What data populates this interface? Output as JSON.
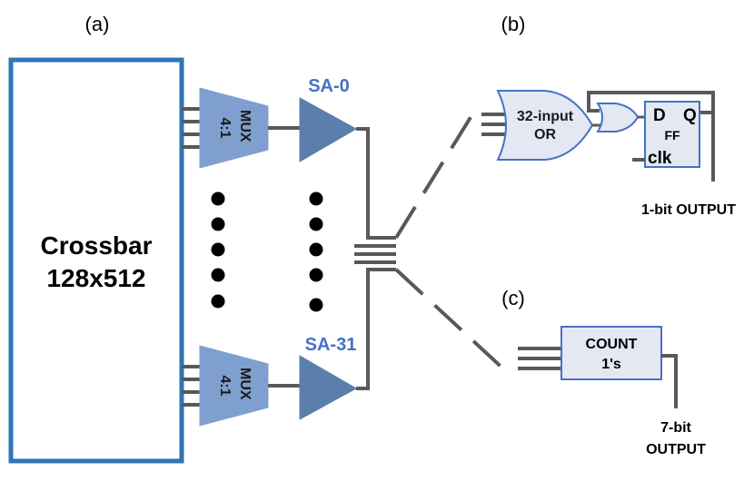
{
  "panels": {
    "a": "(a)",
    "b": "(b)",
    "c": "(c)"
  },
  "crossbar": {
    "line1": "Crossbar",
    "line2": "128x512"
  },
  "mux": {
    "line1": "MUX",
    "line2": "4:1"
  },
  "sense_amps": {
    "top": "SA-0",
    "bottom": "SA-31"
  },
  "or_gate": {
    "line1": "32-input",
    "line2": "OR"
  },
  "flipflop": {
    "d": "D",
    "q": "Q",
    "ff": "FF",
    "clk": "clk"
  },
  "outputs": {
    "one_bit": "1-bit OUTPUT",
    "seven_bit_1": "7-bit",
    "seven_bit_2": "OUTPUT"
  },
  "counter": {
    "line1": "COUNT",
    "line2": "1's"
  },
  "colors": {
    "crossbar_border": "#2E75B6",
    "mux_fill": "#7FA0CF",
    "sa_fill": "#5B7FAD",
    "sa_label": "#4472C4",
    "wire": "#595959",
    "gate_fill": "#E3E8F2",
    "gate_stroke": "#4472C4"
  }
}
